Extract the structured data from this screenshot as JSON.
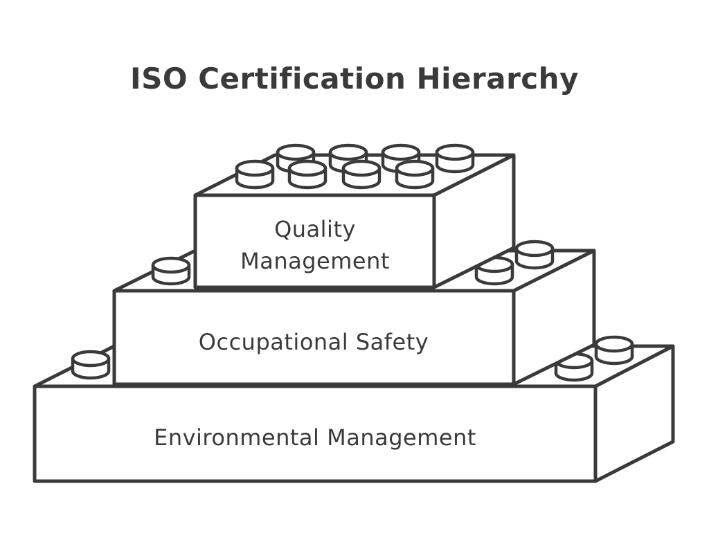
{
  "diagram": {
    "title": "ISO Certification Hierarchy",
    "levels": [
      {
        "id": "top",
        "label_lines": [
          "Quality",
          "Management"
        ]
      },
      {
        "id": "middle",
        "label": "Occupational Safety"
      },
      {
        "id": "bottom",
        "label": "Environmental Management"
      }
    ]
  },
  "style": {
    "stroke_color": "#3a3a3a",
    "fill_color": "#ffffff"
  }
}
